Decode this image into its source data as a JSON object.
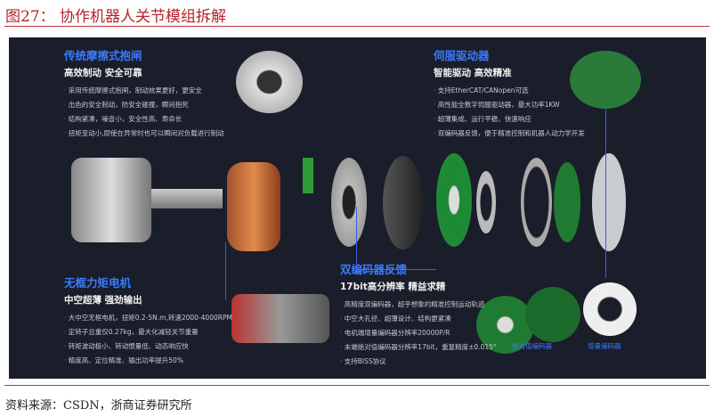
{
  "figure": {
    "title": "图27：  协作机器人关节模组拆解",
    "source": "资料来源：CSDN，浙商证券研究所"
  },
  "blocks": {
    "brake": {
      "title": "传统摩擦式抱闸",
      "subtitle": "高效制动 安全可靠",
      "items": [
        "采用传统摩擦式抱闸，制动效果更好，更安全",
        "出色的安全制动，防安全碰撞，瞬间抱死",
        "结构紧凑，噪音小，安全性高、寿命长",
        "扭矩变动小,即使在异常时也可以瞬间对负载进行制动"
      ]
    },
    "servo": {
      "title": "伺服驱动器",
      "subtitle": "智能驱动 高效精准",
      "items": [
        "支持EtherCAT/CANopen可选",
        "高性能全数字伺服驱动器，最大功率1KW",
        "超薄集成、运行平稳、快速响应",
        "双编码器反馈，便于精准控制和机器人动力学开发"
      ]
    },
    "motor": {
      "title": "无框力矩电机",
      "subtitle": "中空超薄 强劲输出",
      "items": [
        "大中空无框电机，扭矩0.2-5N.m,转速2000-4000RPM",
        "定转子总重仅0.27kg，最大化减轻关节重量",
        "转矩波动极小、转动惯量低、动态响应快",
        "精度高、定位精准、输出功率提升50%"
      ]
    },
    "encoder": {
      "title": "双编码器反馈",
      "subtitle": "17bit高分辨率 精益求精",
      "items": [
        "高精度双编码器，超乎想象的精准控制运动轨迹",
        "中空大孔径、超薄设计、结构更紧凑",
        "电机端增量编码器分辨率20000P/R",
        "末端绝对值编码器分辨率17bit，重复精度±0.015°",
        "支持BISS协议"
      ]
    }
  },
  "labels": {
    "absolute": "绝对值编码器",
    "incremental": "增量编码器"
  },
  "colors": {
    "title": "#b5242a",
    "accent": "#3b7bff",
    "panel": "#1a1d2a"
  }
}
